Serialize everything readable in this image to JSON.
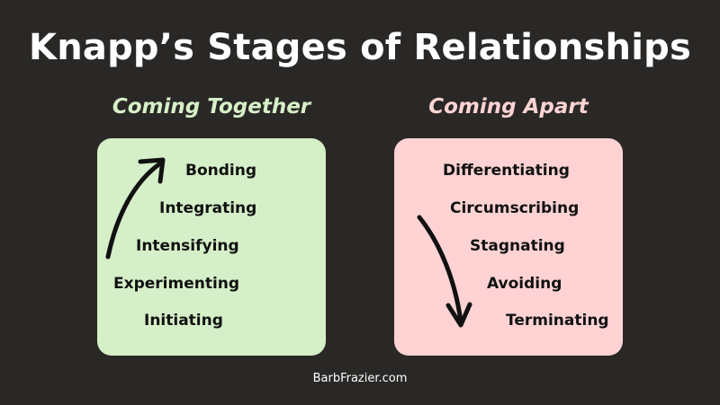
{
  "title": "Knapp’s Stages of Relationships",
  "coming_together": {
    "heading": "Coming Together",
    "stages": [
      "Bonding",
      "Integrating",
      "Intensifying",
      "Experimenting",
      "Initiating"
    ]
  },
  "coming_apart": {
    "heading": "Coming Apart",
    "stages": [
      "Differentiating",
      "Circumscribing",
      "Stagnating",
      "Avoiding",
      "Terminating"
    ]
  },
  "footer": "BarbFrazier.com",
  "colors": {
    "background": "#2a2826",
    "together_box": "#d5efc8",
    "apart_box": "#ffd3d3",
    "together_heading": "#d6f0c8",
    "apart_heading": "#ffd3d3"
  },
  "icons": {
    "together_arrow": "curved-up-arrow",
    "apart_arrow": "curved-down-arrow"
  }
}
